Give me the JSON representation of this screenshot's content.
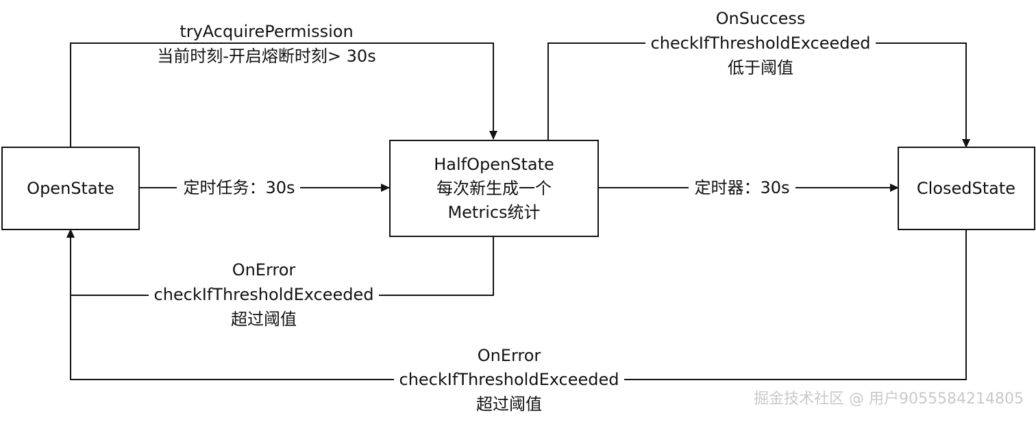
{
  "nodes": {
    "open": {
      "label": "OpenState"
    },
    "half_open": {
      "lines": [
        "HalfOpenState",
        "每次新生成一个",
        "Metrics统计"
      ]
    },
    "closed": {
      "label": "ClosedState"
    }
  },
  "edges": {
    "open_to_half_timer": {
      "label": "定时任务：30s"
    },
    "open_to_half_acquire": {
      "lines": [
        "tryAcquirePermission",
        "当前时刻-开启熔断时刻> 30s"
      ]
    },
    "half_to_closed_timer": {
      "label": "定时器：30s"
    },
    "half_to_closed_success": {
      "lines": [
        "OnSuccess",
        "checkIfThresholdExceeded",
        "低于阈值"
      ]
    },
    "half_to_open_error": {
      "lines": [
        "OnError",
        "checkIfThresholdExceeded",
        "超过阈值"
      ]
    },
    "closed_to_open_error": {
      "lines": [
        "OnError",
        "checkIfThresholdExceeded",
        "超过阈值"
      ]
    }
  },
  "watermark": "掘金技术社区 @ 用户9055584214805"
}
